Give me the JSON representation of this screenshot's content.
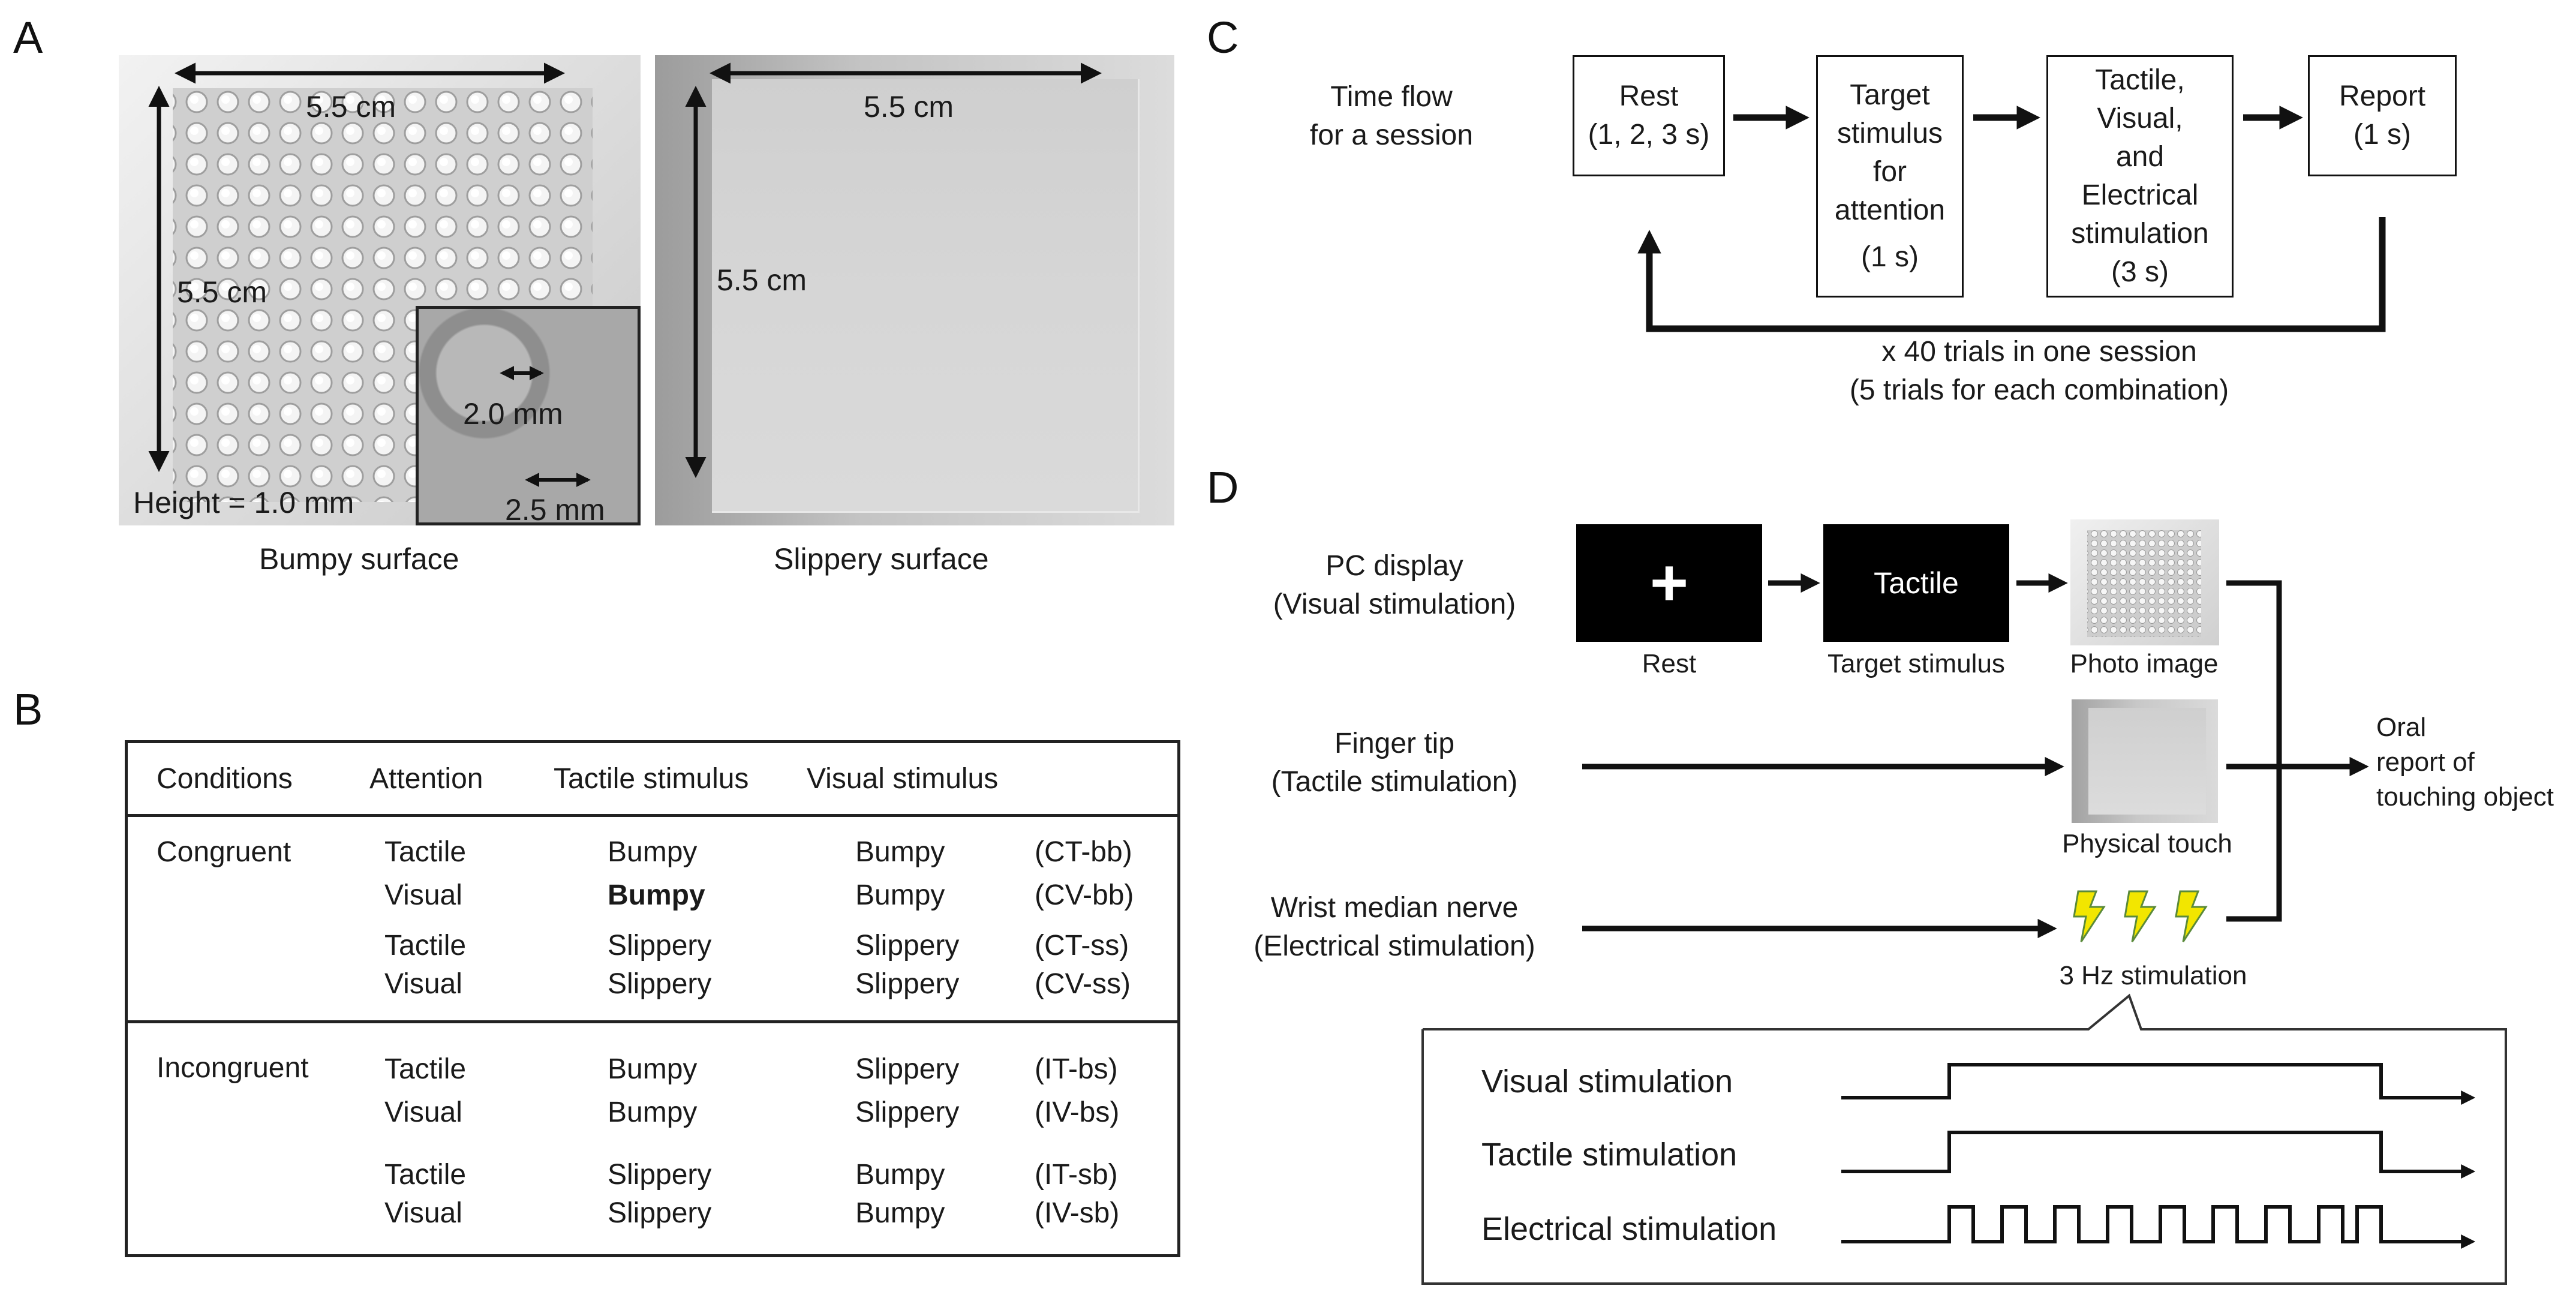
{
  "panelA": {
    "letter": "A",
    "bumpy": {
      "width_label": "5.5 cm",
      "height_label": "5.5 cm",
      "inset_spacing_label": "2.0 mm",
      "inset_size_label": "2.5 mm",
      "height_text": "Height = 1.0 mm",
      "caption": "Bumpy surface"
    },
    "slippery": {
      "width_label": "5.5 cm",
      "height_label": "5.5 cm",
      "caption": "Slippery surface"
    }
  },
  "panelB": {
    "letter": "B",
    "headers": [
      "Conditions",
      "Attention",
      "Tactile stimulus",
      "Visual stimulus"
    ],
    "groups": [
      {
        "name": "Congruent",
        "rows": [
          [
            "Tactile",
            "Bumpy",
            "Bumpy",
            "(CT-bb)"
          ],
          [
            "Visual",
            "Bumpy",
            "Bumpy",
            "(CV-bb)"
          ],
          [
            "Tactile",
            "Slippery",
            "Slippery",
            "(CT-ss)"
          ],
          [
            "Visual",
            "Slippery",
            "Slippery",
            "(CV-ss)"
          ]
        ]
      },
      {
        "name": "Incongruent",
        "rows": [
          [
            "Tactile",
            "Bumpy",
            "Slippery",
            "(IT-bs)"
          ],
          [
            "Visual",
            "Bumpy",
            "Slippery",
            "(IV-bs)"
          ],
          [
            "Tactile",
            "Slippery",
            "Bumpy",
            "(IT-sb)"
          ],
          [
            "Visual",
            "Slippery",
            "Bumpy",
            "(IV-sb)"
          ]
        ]
      }
    ]
  },
  "panelC": {
    "letter": "C",
    "label_line1": "Time flow",
    "label_line2": "for a session",
    "boxes": [
      {
        "lines": [
          "Rest",
          "(1, 2, 3 s)"
        ]
      },
      {
        "lines": [
          "Target",
          "stimulus",
          "for",
          "attention",
          "(1 s)"
        ]
      },
      {
        "lines": [
          "Tactile,",
          "Visual,",
          "and",
          "Electrical",
          "stimulation",
          "(3 s)"
        ]
      },
      {
        "lines": [
          "Report",
          "(1 s)"
        ]
      }
    ],
    "loop_line1": "x 40 trials in one session",
    "loop_line2": "(5 trials for each combination)"
  },
  "panelD": {
    "letter": "D",
    "pc_line1": "PC display",
    "pc_line2": "(Visual stimulation)",
    "finger_line1": "Finger tip",
    "finger_line2": "(Tactile stimulation)",
    "wrist_line1": "Wrist median nerve",
    "wrist_line2": "(Electrical stimulation)",
    "rest_symbol": "+",
    "rest_caption": "Rest",
    "target_text": "Tactile",
    "target_caption": "Target stimulus",
    "photo_caption": "Photo image",
    "touch_caption": "Physical touch",
    "stim_caption": "3 Hz stimulation",
    "oral_line1": "Oral",
    "oral_line2": "report of",
    "oral_line3": "touching object",
    "timing": [
      "Visual stimulation",
      "Tactile stimulation",
      "Electrical stimulation"
    ],
    "colors": {
      "bolt": "#f2e600",
      "bolt_outline": "#5a8a3a"
    }
  }
}
